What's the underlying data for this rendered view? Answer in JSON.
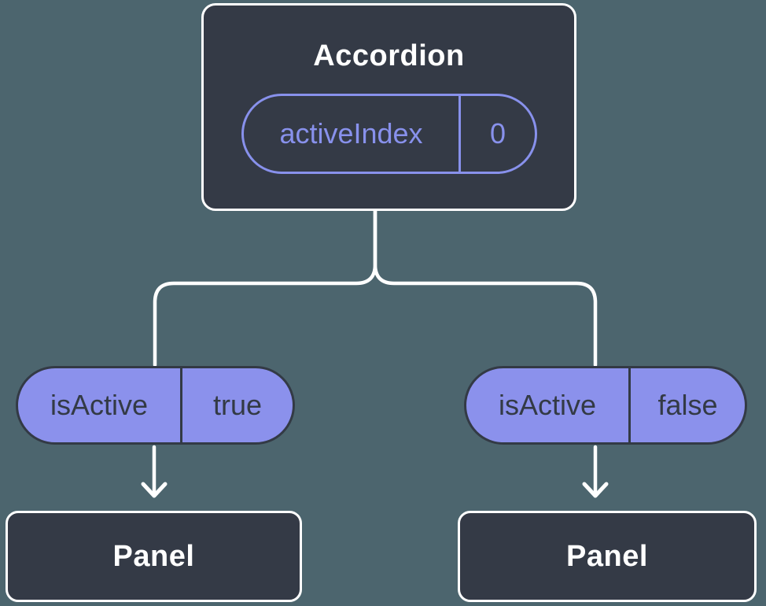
{
  "colors": {
    "background": "#4C656E",
    "connector": "#FFFFFF",
    "node_fill": "#343A46",
    "node_border": "#FFFFFF",
    "accent": "#8891EC",
    "pill_fill": "#8B91EC",
    "pill_dark": "#333A45"
  },
  "tree": {
    "root": {
      "title": "Accordion",
      "state": {
        "name": "activeIndex",
        "value": "0"
      }
    },
    "children": [
      {
        "prop": {
          "name": "isActive",
          "value": "true"
        },
        "child": {
          "title": "Panel"
        }
      },
      {
        "prop": {
          "name": "isActive",
          "value": "false"
        },
        "child": {
          "title": "Panel"
        }
      }
    ]
  }
}
